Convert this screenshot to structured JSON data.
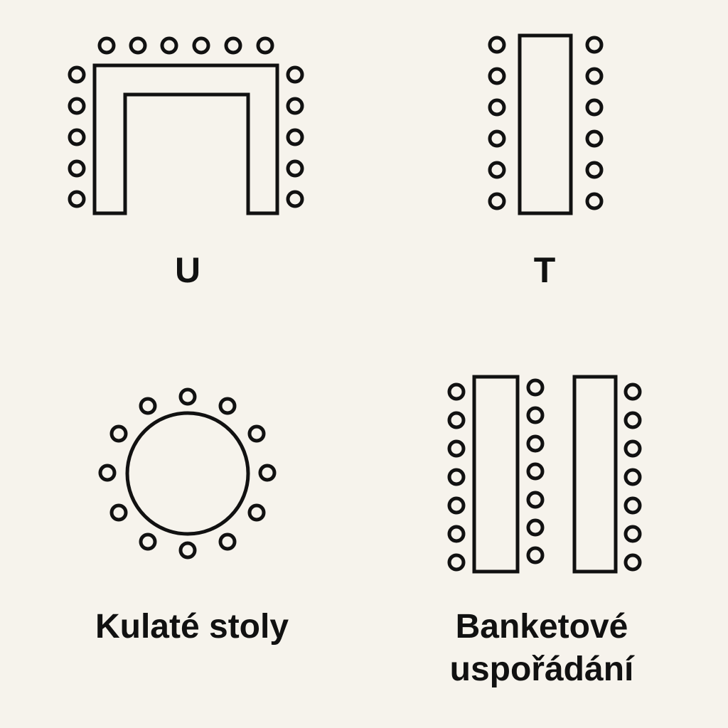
{
  "layouts": [
    {
      "id": "u",
      "label": "U"
    },
    {
      "id": "t",
      "label": "T"
    },
    {
      "id": "round",
      "label": "Kulaté stoly"
    },
    {
      "id": "banquet",
      "label": "Banketové\nuspořádání"
    }
  ],
  "colors": {
    "background": "#f6f3ec",
    "ink": "#111111"
  }
}
